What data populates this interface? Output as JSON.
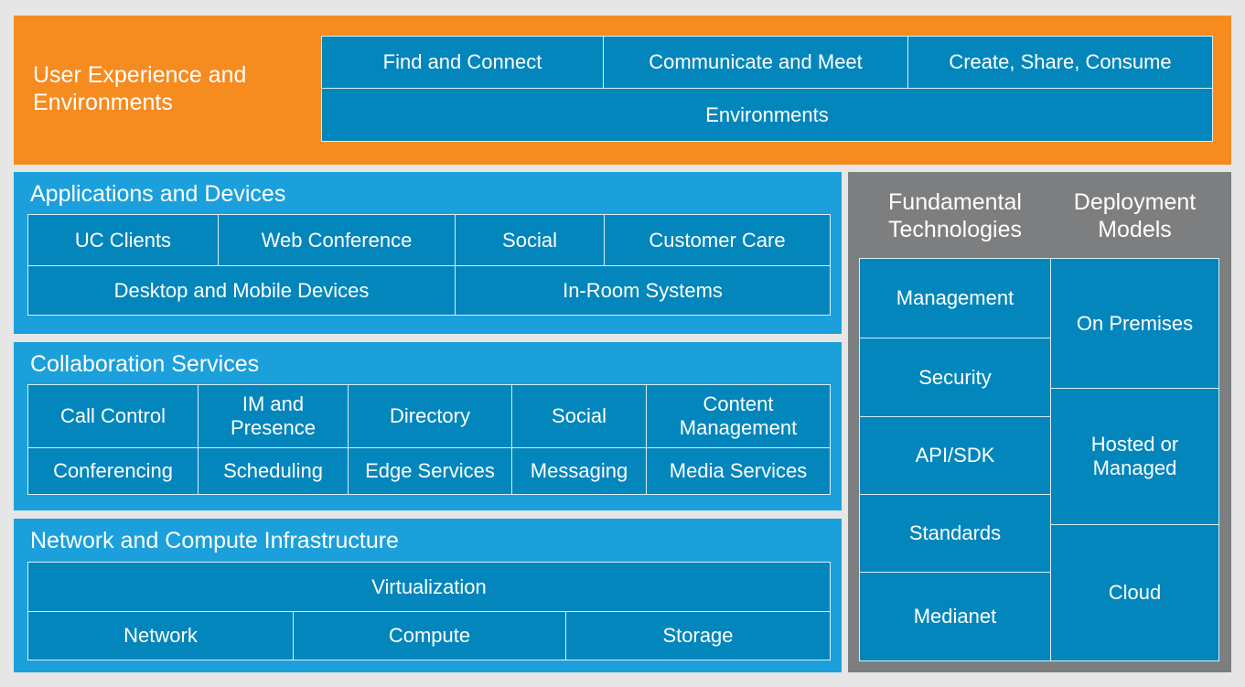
{
  "user_experience": {
    "title": "User Experience and\nEnvironments",
    "cells": {
      "find_connect": "Find and Connect",
      "communicate_meet": "Communicate and Meet",
      "create_share": "Create, Share, Consume",
      "environments": "Environments"
    }
  },
  "applications": {
    "title": "Applications and Devices",
    "cells": {
      "uc_clients": "UC Clients",
      "web_conference": "Web Conference",
      "social": "Social",
      "customer_care": "Customer Care",
      "desktop_mobile": "Desktop and Mobile Devices",
      "in_room": "In-Room Systems"
    }
  },
  "collaboration": {
    "title": "Collaboration Services",
    "cells": {
      "call_control": "Call Control",
      "im_presence": "IM and\nPresence",
      "directory": "Directory",
      "social": "Social",
      "content_management": "Content\nManagement",
      "conferencing": "Conferencing",
      "scheduling": "Scheduling",
      "edge_services": "Edge Services",
      "messaging": "Messaging",
      "media_services": "Media Services"
    }
  },
  "infrastructure": {
    "title": "Network and Compute Infrastructure",
    "cells": {
      "virtualization": "Virtualization",
      "network": "Network",
      "compute": "Compute",
      "storage": "Storage"
    }
  },
  "side": {
    "fundamental_title": "Fundamental\nTechnologies",
    "deployment_title": "Deployment\nModels",
    "fundamental": {
      "management": "Management",
      "security": "Security",
      "api_sdk": "API/SDK",
      "standards": "Standards",
      "medianet": "Medianet"
    },
    "deployment": {
      "on_premises": "On Premises",
      "hosted_managed": "Hosted or\nManaged",
      "cloud": "Cloud"
    }
  }
}
